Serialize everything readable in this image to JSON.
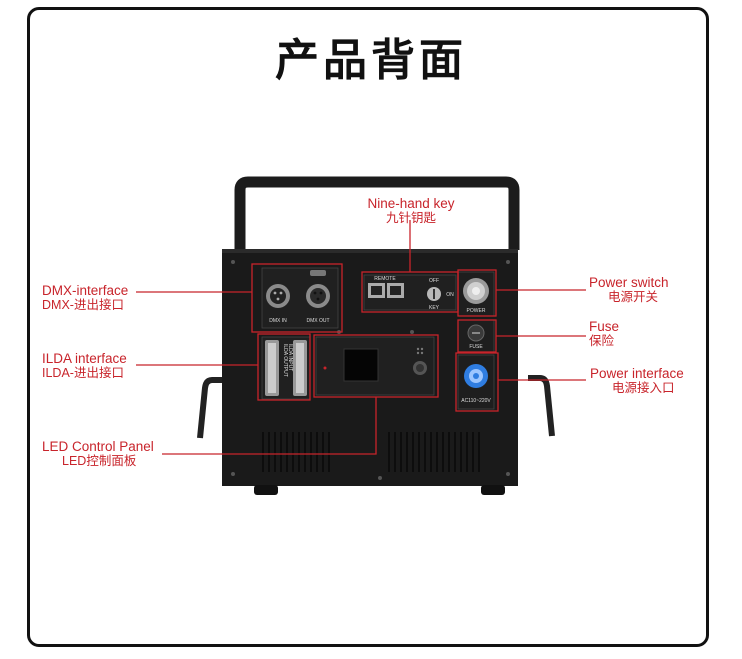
{
  "title": "产品背面",
  "labels": {
    "nine_hand_key": {
      "en": "Nine-hand key",
      "zh": "九针钥匙"
    },
    "dmx": {
      "en": "DMX-interface",
      "zh": "DMX-进出接口"
    },
    "ilda": {
      "en": "ILDA interface",
      "zh": "ILDA-进出接口"
    },
    "led_panel": {
      "en": "LED Control Panel",
      "zh": "LED控制面板"
    },
    "power_switch": {
      "en": "Power switch",
      "zh": "电源开关"
    },
    "fuse": {
      "en": "Fuse",
      "zh": "保险"
    },
    "power_interface": {
      "en": "Power interface",
      "zh": "电源接入口"
    }
  },
  "device_text": {
    "remote": "REMOTE",
    "off": "OFF",
    "on": "ON",
    "key": "KEY",
    "power": "POWER",
    "fuse": "FUSE",
    "voltage": "AC110~220V",
    "dmx_in": "DMX IN",
    "dmx_out": "DMX OUT",
    "ilda_input": "ILDA INPUT",
    "ilda_output": "ILDA OUTPUT"
  },
  "colors": {
    "accent": "#c8242b",
    "device": "#1a1a1a",
    "frame": "#111111"
  }
}
